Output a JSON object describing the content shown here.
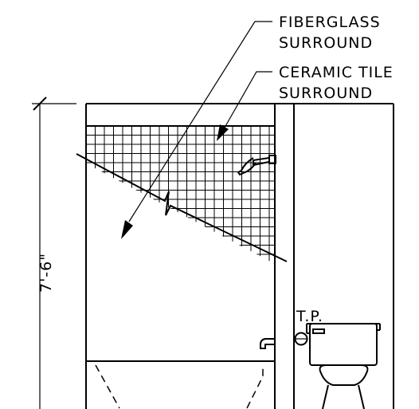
{
  "labels": {
    "fiberglass_line1": "FIBERGLASS",
    "fiberglass_line2": "SURROUND",
    "ceramic_line1": "CERAMIC TILE",
    "ceramic_line2": "SURROUND",
    "dimension": "7'-6\"",
    "toilet_paper": "T.P."
  },
  "colors": {
    "ink": "#000000",
    "paper": "#ffffff"
  }
}
